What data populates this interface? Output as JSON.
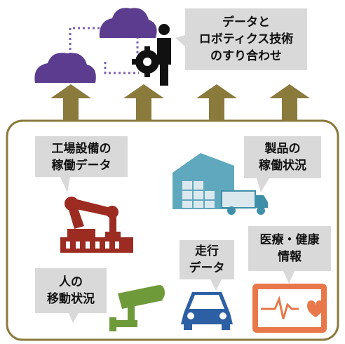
{
  "top_callout": {
    "text": "データと\nロボティクス技術\nのすり合わせ"
  },
  "callouts": {
    "factory": "工場設備の\n稼働データ",
    "product": "製品の\n稼働状況",
    "drive": "走行\nデータ",
    "medical": "医療・健康\n情報",
    "people": "人の\n移動状況"
  },
  "colors": {
    "cloud": "#5b3c8f",
    "dots": "#7b63b0",
    "arrow": "#8a7a3c",
    "box_border": "#8a7a3c",
    "callout_bg": "#d9d9d9",
    "robot": "#9c2b22",
    "warehouse": "#3f8fa8",
    "camera": "#6f9a3a",
    "car": "#2c5fa3",
    "monitor": "#e8784a"
  },
  "icons": [
    "cloud-icon",
    "gear-person-icon",
    "robot-arm-icon",
    "warehouse-truck-icon",
    "camera-icon",
    "car-icon",
    "heart-monitor-icon"
  ]
}
